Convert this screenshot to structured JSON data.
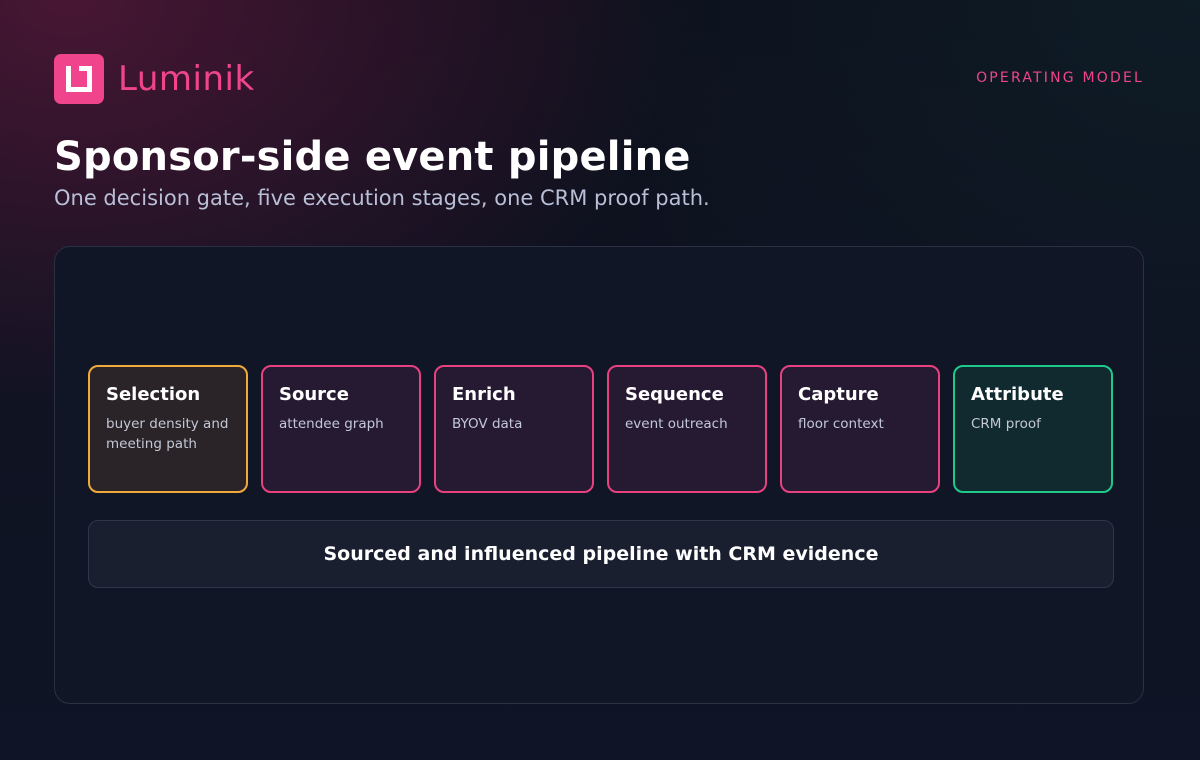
{
  "brand": {
    "name": "Luminik",
    "accent_color": "#f0458c",
    "logo_icon": "luminik-logo-icon"
  },
  "eyebrow": "OPERATING MODEL",
  "title": "Sponsor-side event pipeline",
  "subtitle": "One decision gate, five execution stages, one CRM proof path.",
  "stages": [
    {
      "title": "Selection",
      "description": "buyer density and meeting path",
      "border_color": "#f2a93b"
    },
    {
      "title": "Source",
      "description": "attendee graph",
      "border_color": "#e8417f"
    },
    {
      "title": "Enrich",
      "description": "BYOV data",
      "border_color": "#e8417f"
    },
    {
      "title": "Sequence",
      "description": "event outreach",
      "border_color": "#e8417f"
    },
    {
      "title": "Capture",
      "description": "floor context",
      "border_color": "#e8417f"
    },
    {
      "title": "Attribute",
      "description": "CRM proof",
      "border_color": "#1fc98a"
    }
  ],
  "outcome": "Sourced and influenced pipeline with CRM evidence"
}
